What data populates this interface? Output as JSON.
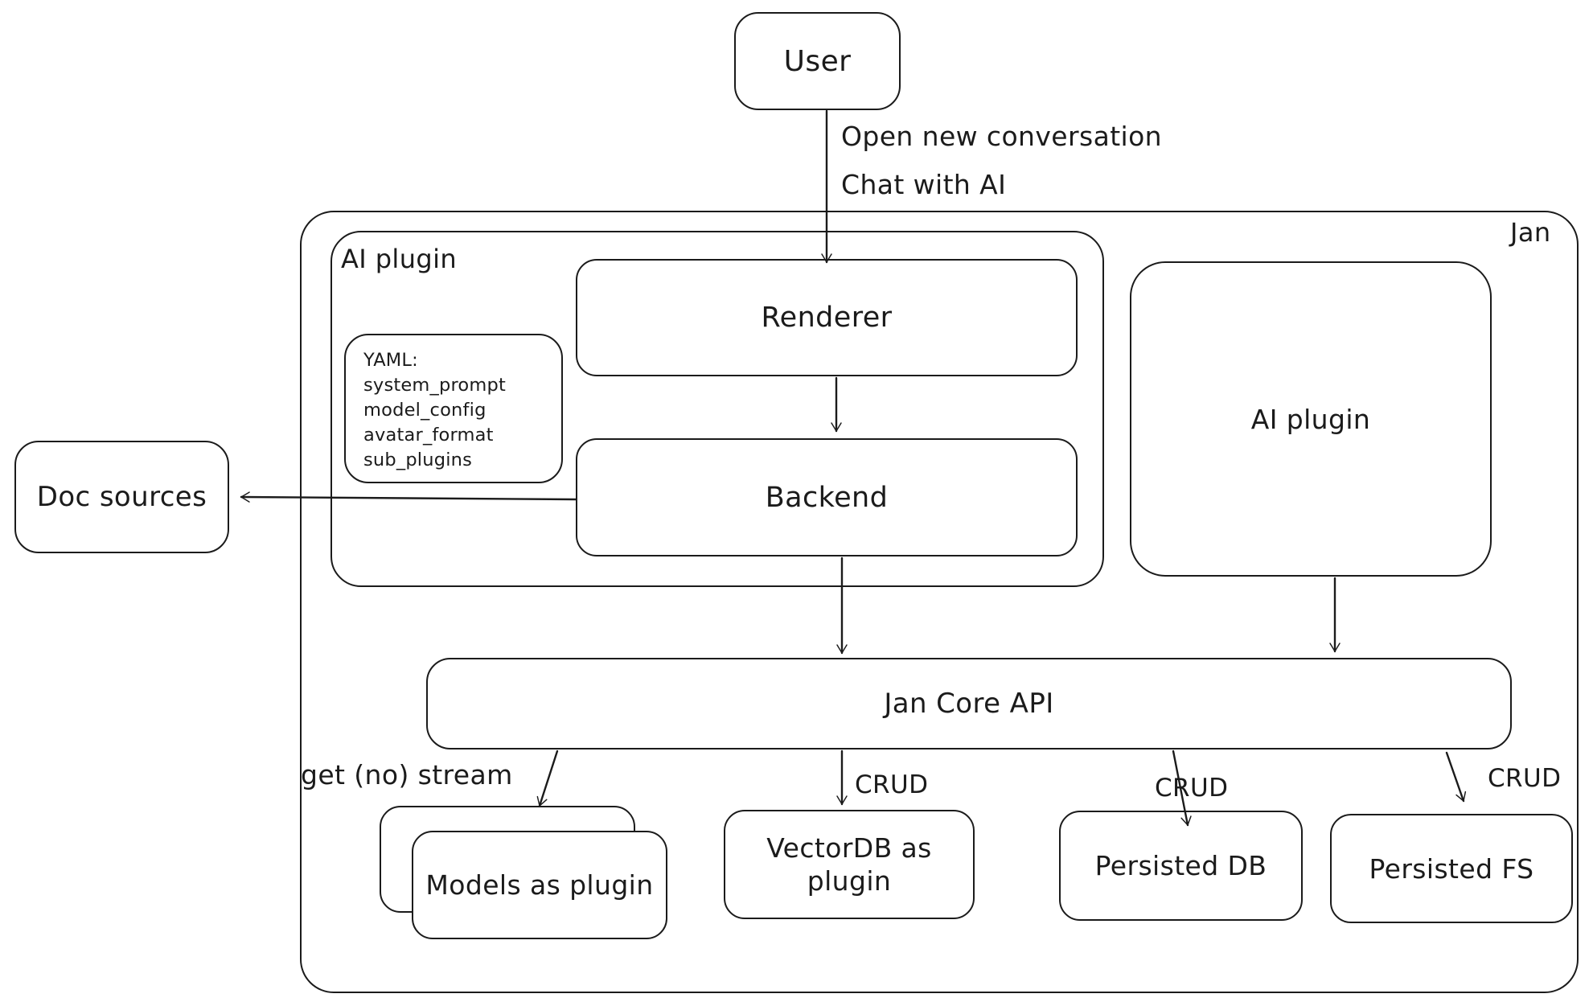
{
  "diagram": {
    "colors": {
      "stroke": "#1b1b1b",
      "background": "#ffffff"
    },
    "user_box": {
      "label": "User"
    },
    "user_edge": {
      "label_line1": "Open new conversation",
      "label_line2": "Chat with AI"
    },
    "jan_container": {
      "label": "Jan"
    },
    "ai_plugin_group": {
      "label": "AI plugin"
    },
    "renderer_box": {
      "label": "Renderer"
    },
    "backend_box": {
      "label": "Backend"
    },
    "yaml_note": {
      "lines": [
        "YAML:",
        "system_prompt",
        "model_config",
        "avatar_format",
        "sub_plugins"
      ]
    },
    "doc_sources_box": {
      "label": "Doc sources"
    },
    "ai_plugin_box": {
      "label": "AI plugin"
    },
    "jan_core_api_box": {
      "label": "Jan Core API"
    },
    "edges": {
      "stream_label": "get (no) stream",
      "crud_vectordb_label": "CRUD",
      "crud_db_label": "CRUD",
      "crud_fs_label": "CRUD"
    },
    "models_box": {
      "label": "Models as plugin"
    },
    "vectordb_box": {
      "label": "VectorDB as plugin"
    },
    "persisted_db_box": {
      "label": "Persisted DB"
    },
    "persisted_fs_box": {
      "label": "Persisted FS"
    }
  }
}
